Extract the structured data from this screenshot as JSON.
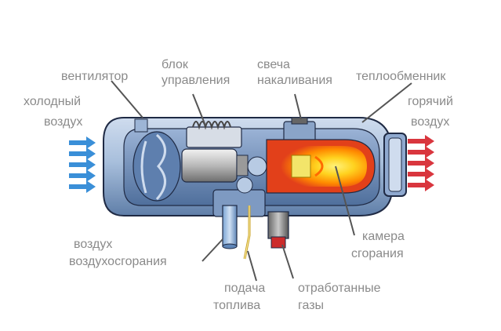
{
  "labels": {
    "fan": "вентилятор",
    "control_unit": [
      "блок",
      "управления"
    ],
    "glow_plug": [
      "свеча",
      "накаливания"
    ],
    "heat_exchanger": "теплообменник",
    "cold_air": [
      "холодный",
      "воздух"
    ],
    "hot_air": [
      "горячий",
      "воздух"
    ],
    "combustion_air": [
      "воздух",
      "воздухосгорания"
    ],
    "fuel_supply": [
      "подача",
      "топлива"
    ],
    "exhaust": [
      "отработанные",
      "газы"
    ],
    "combustion_chamber": [
      "камера",
      "сгорания"
    ]
  },
  "colors": {
    "label_text": "#8a8a8a",
    "cold_arrow": "#3a8fd8",
    "hot_arrow": "#d9363e",
    "housing": "#6f8fb8",
    "flame": "#ff8a00",
    "exhaust_marker": "#cc2b2b"
  },
  "icons": {
    "cold_arrows": "arrow-right-icon",
    "hot_arrows": "arrow-right-icon"
  }
}
